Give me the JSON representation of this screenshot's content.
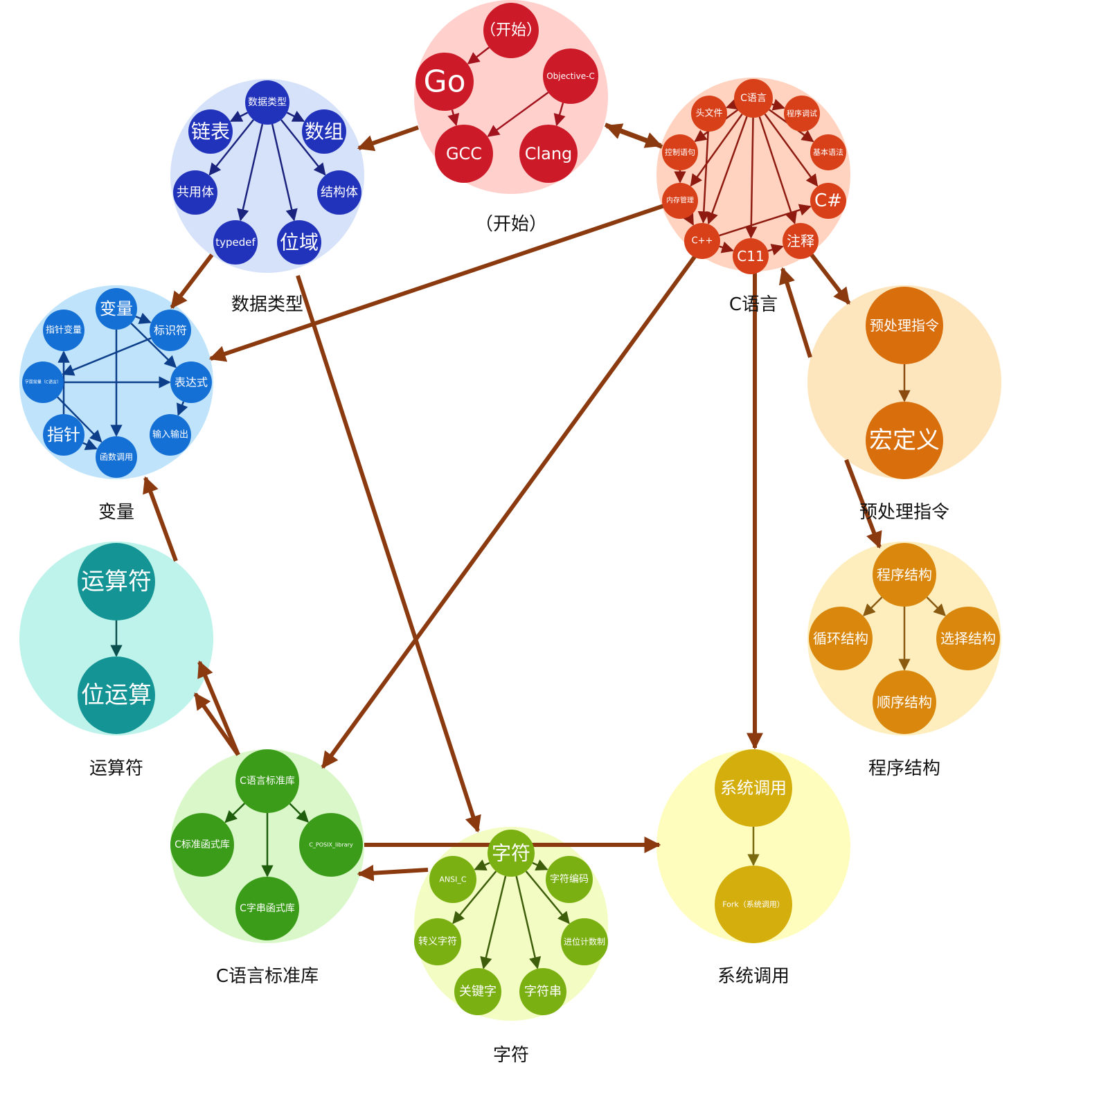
{
  "graph": {
    "colors": {
      "edge_main": "#8B3A0F"
    },
    "clusters": [
      {
        "id": "start",
        "label": "（开始）",
        "bg": "#FFD0CC",
        "node": "#CC1A28",
        "edge": "#A3131E",
        "nodes": [
          {
            "id": "start_start",
            "label": "（开始）"
          },
          {
            "id": "start_go",
            "label": "Go"
          },
          {
            "id": "start_objc",
            "label": "Objective-C"
          },
          {
            "id": "start_gcc",
            "label": "GCC"
          },
          {
            "id": "start_clang",
            "label": "Clang"
          }
        ],
        "edges": [
          [
            "start_start",
            "start_go"
          ],
          [
            "start_go",
            "start_gcc"
          ],
          [
            "start_objc",
            "start_gcc"
          ],
          [
            "start_objc",
            "start_clang"
          ]
        ]
      },
      {
        "id": "clang",
        "label": "C语言",
        "bg": "#FFD3BF",
        "node": "#D8401A",
        "edge": "#8E1A10",
        "nodes": [
          {
            "id": "c_main",
            "label": "C语言"
          },
          {
            "id": "c_header",
            "label": "头文件"
          },
          {
            "id": "c_debug",
            "label": "程序调试"
          },
          {
            "id": "c_control",
            "label": "控制语句"
          },
          {
            "id": "c_syntax",
            "label": "基本语法"
          },
          {
            "id": "c_memory",
            "label": "内存管理"
          },
          {
            "id": "c_csharp",
            "label": "C#"
          },
          {
            "id": "c_cpp",
            "label": "C++"
          },
          {
            "id": "c_comment",
            "label": "注释"
          },
          {
            "id": "c_c11",
            "label": "C11"
          }
        ],
        "edges": [
          [
            "c_main",
            "c_header"
          ],
          [
            "c_main",
            "c_debug"
          ],
          [
            "c_main",
            "c_syntax"
          ],
          [
            "c_main",
            "c_control"
          ],
          [
            "c_main",
            "c_memory"
          ],
          [
            "c_main",
            "c_cpp"
          ],
          [
            "c_main",
            "c_c11"
          ],
          [
            "c_main",
            "c_comment"
          ],
          [
            "c_main",
            "c_csharp"
          ],
          [
            "c_header",
            "c_cpp"
          ],
          [
            "c_control",
            "c_memory"
          ],
          [
            "c_memory",
            "c_cpp"
          ],
          [
            "c_cpp",
            "c_csharp"
          ],
          [
            "c_cpp",
            "c_c11"
          ],
          [
            "c_c11",
            "c_comment"
          ]
        ]
      },
      {
        "id": "datatypes",
        "label": "数据类型",
        "bg": "#D6E2FA",
        "node": "#2233BB",
        "edge": "#1A237E",
        "nodes": [
          {
            "id": "dt_main",
            "label": "数据类型"
          },
          {
            "id": "dt_list",
            "label": "链表"
          },
          {
            "id": "dt_array",
            "label": "数组"
          },
          {
            "id": "dt_union",
            "label": "共用体"
          },
          {
            "id": "dt_struct",
            "label": "结构体"
          },
          {
            "id": "dt_typedef",
            "label": "typedef"
          },
          {
            "id": "dt_bitfield",
            "label": "位域"
          }
        ],
        "edges": [
          [
            "dt_main",
            "dt_list"
          ],
          [
            "dt_main",
            "dt_array"
          ],
          [
            "dt_main",
            "dt_union"
          ],
          [
            "dt_main",
            "dt_struct"
          ],
          [
            "dt_main",
            "dt_typedef"
          ],
          [
            "dt_main",
            "dt_bitfield"
          ]
        ]
      },
      {
        "id": "variables",
        "label": "变量",
        "bg": "#BFE3FB",
        "node": "#1570D6",
        "edge": "#0D3E8A",
        "nodes": [
          {
            "id": "v_main",
            "label": "变量"
          },
          {
            "id": "v_ptrvar",
            "label": "指针变量"
          },
          {
            "id": "v_ident",
            "label": "标识符"
          },
          {
            "id": "v_literal",
            "label": "字面常量（C语言）"
          },
          {
            "id": "v_expr",
            "label": "表达式"
          },
          {
            "id": "v_ptr",
            "label": "指针"
          },
          {
            "id": "v_io",
            "label": "输入输出"
          },
          {
            "id": "v_call",
            "label": "函数调用"
          }
        ],
        "edges": [
          [
            "v_main",
            "v_ident"
          ],
          [
            "v_main",
            "v_expr"
          ],
          [
            "v_main",
            "v_call"
          ],
          [
            "v_ident",
            "v_literal"
          ],
          [
            "v_literal",
            "v_expr"
          ],
          [
            "v_literal",
            "v_call"
          ],
          [
            "v_ptr",
            "v_ptrvar"
          ],
          [
            "v_ptr",
            "v_call"
          ],
          [
            "v_expr",
            "v_io"
          ]
        ]
      },
      {
        "id": "preproc",
        "label": "预处理指令",
        "bg": "#FDE6BE",
        "node": "#D96E0C",
        "edge": "#8A4A10",
        "nodes": [
          {
            "id": "pp_main",
            "label": "预处理指令"
          },
          {
            "id": "pp_macro",
            "label": "宏定义"
          }
        ],
        "edges": [
          [
            "pp_main",
            "pp_macro"
          ]
        ]
      },
      {
        "id": "structure",
        "label": "程序结构",
        "bg": "#FEEDBD",
        "node": "#D9880D",
        "edge": "#8A5A10",
        "nodes": [
          {
            "id": "ps_main",
            "label": "程序结构"
          },
          {
            "id": "ps_loop",
            "label": "循环结构"
          },
          {
            "id": "ps_select",
            "label": "选择结构"
          },
          {
            "id": "ps_seq",
            "label": "顺序结构"
          }
        ],
        "edges": [
          [
            "ps_main",
            "ps_loop"
          ],
          [
            "ps_main",
            "ps_select"
          ],
          [
            "ps_main",
            "ps_seq"
          ]
        ]
      },
      {
        "id": "operators",
        "label": "运算符",
        "bg": "#BDF3EA",
        "node": "#149494",
        "edge": "#0B4F4F",
        "nodes": [
          {
            "id": "op_main",
            "label": "运算符"
          },
          {
            "id": "op_bit",
            "label": "位运算"
          }
        ],
        "edges": [
          [
            "op_main",
            "op_bit"
          ]
        ]
      },
      {
        "id": "syscall",
        "label": "系统调用",
        "bg": "#FEFDBE",
        "node": "#D4AE0D",
        "edge": "#7A6A10",
        "nodes": [
          {
            "id": "sc_main",
            "label": "系统调用"
          },
          {
            "id": "sc_fork",
            "label": "Fork（系统调用）"
          }
        ],
        "edges": [
          [
            "sc_main",
            "sc_fork"
          ]
        ]
      },
      {
        "id": "stdlib",
        "label": "C语言标准库",
        "bg": "#D9F7C9",
        "node": "#3A9C18",
        "edge": "#1F5E0C",
        "nodes": [
          {
            "id": "sl_main",
            "label": "C语言标准库"
          },
          {
            "id": "sl_func",
            "label": "C标准函式库"
          },
          {
            "id": "sl_posix",
            "label": "C_POSIX_library"
          },
          {
            "id": "sl_str",
            "label": "C字串函式库"
          }
        ],
        "edges": [
          [
            "sl_main",
            "sl_func"
          ],
          [
            "sl_main",
            "sl_posix"
          ],
          [
            "sl_main",
            "sl_str"
          ]
        ]
      },
      {
        "id": "chars",
        "label": "字符",
        "bg": "#F3FCC2",
        "node": "#7BB012",
        "edge": "#3E5E0C",
        "nodes": [
          {
            "id": "ch_main",
            "label": "字符"
          },
          {
            "id": "ch_ansi",
            "label": "ANSI_C"
          },
          {
            "id": "ch_enc",
            "label": "字符编码"
          },
          {
            "id": "ch_escape",
            "label": "转义字符"
          },
          {
            "id": "ch_base",
            "label": "进位计数制"
          },
          {
            "id": "ch_keyword",
            "label": "关键字"
          },
          {
            "id": "ch_string",
            "label": "字符串"
          }
        ],
        "edges": [
          [
            "ch_main",
            "ch_ansi"
          ],
          [
            "ch_main",
            "ch_enc"
          ],
          [
            "ch_main",
            "ch_escape"
          ],
          [
            "ch_main",
            "ch_base"
          ],
          [
            "ch_main",
            "ch_keyword"
          ],
          [
            "ch_main",
            "ch_string"
          ]
        ]
      }
    ],
    "cross_edges": [
      {
        "from": "start",
        "to": "datatypes"
      },
      {
        "from": "clang",
        "to": "start"
      },
      {
        "from": "start",
        "to": "clang"
      },
      {
        "from": "clang",
        "to": "variables"
      },
      {
        "from": "datatypes",
        "to": "variables"
      },
      {
        "from": "datatypes",
        "to": "chars"
      },
      {
        "from": "clang",
        "to": "stdlib"
      },
      {
        "from": "clang",
        "to": "syscall"
      },
      {
        "from": "clang",
        "to": "preproc"
      },
      {
        "from": "preproc",
        "to": "clang"
      },
      {
        "from": "preproc",
        "to": "structure"
      },
      {
        "from": "operators",
        "to": "variables"
      },
      {
        "from": "stdlib",
        "to": "variables"
      },
      {
        "from": "stdlib",
        "to": "operators"
      },
      {
        "from": "stdlib",
        "to": "syscall"
      },
      {
        "from": "chars",
        "to": "stdlib"
      }
    ]
  }
}
